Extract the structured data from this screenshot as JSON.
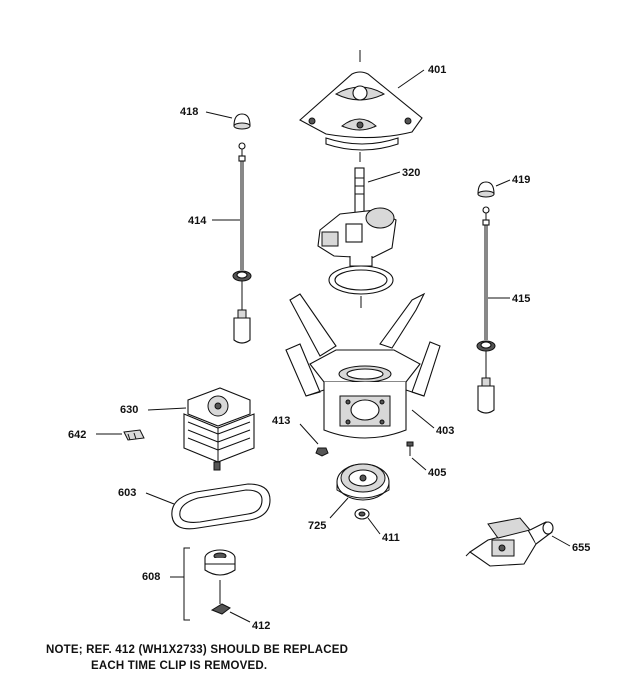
{
  "labels": {
    "p401": "401",
    "p418": "418",
    "p419": "419",
    "p320": "320",
    "p414": "414",
    "p415": "415",
    "p630": "630",
    "p642": "642",
    "p413": "413",
    "p403": "403",
    "p405": "405",
    "p603": "603",
    "p725": "725",
    "p411": "411",
    "p655": "655",
    "p608": "608",
    "p412": "412"
  },
  "note": {
    "line1": "NOTE; REF. 412 (WH1X2733) SHOULD BE REPLACED",
    "line2": "EACH TIME CLIP IS REMOVED."
  }
}
